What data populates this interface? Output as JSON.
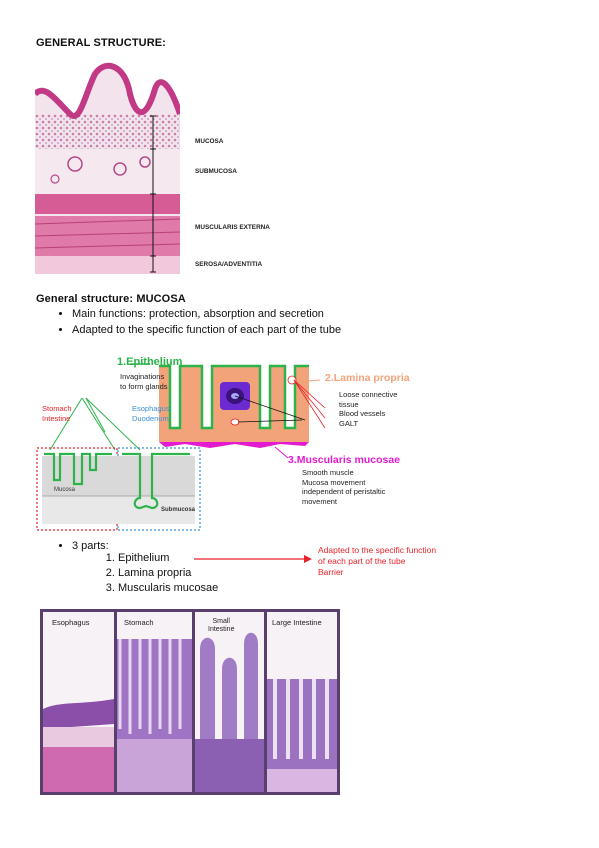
{
  "heading1": "GENERAL STRUCTURE:",
  "histo1_labels": [
    "MUCOSA",
    "SUBMUCOSA",
    "MUSCULARIS EXTERNA",
    "SEROSA/ADVENTITIA"
  ],
  "heading2": "General structure: MUCOSA",
  "bullets": [
    "Main functions: protection, absorption and secretion",
    "Adapted to the specific function of each part of the tube"
  ],
  "diagram": {
    "epithelium_title": "1.Epithelium",
    "epithelium_desc": [
      "Invaginations",
      "to form glands"
    ],
    "stomach_label": [
      "Stomach",
      "Intestine"
    ],
    "esophagus_label": [
      "Esophagus",
      "Duodenum"
    ],
    "mucosa_label": "Mucosa",
    "submucosa_label": "Submucosa",
    "lamina_title": "2.Lamina propria",
    "lamina_items": [
      "Loose connective",
      "tissue",
      "Blood vessels",
      "GALT"
    ],
    "muscularis_title": "3.Muscularis mucosae",
    "muscularis_desc": [
      "Smooth muscle",
      "Mucosa movement",
      "independent of peristaltic",
      "movement"
    ]
  },
  "three_parts": {
    "label": "3 parts:",
    "items": [
      "Epithelium",
      "Lamina propria",
      "Muscularis mucosae"
    ],
    "note": [
      "Adapted to the specific function",
      "of each part of the tube",
      "Barrier"
    ]
  },
  "histo2_labels": [
    "Esophagus",
    "Stomach",
    "Small",
    "Intestine",
    "Large Intestine"
  ],
  "colors": {
    "green": "#2db34a",
    "salmon": "#f2a37a",
    "magenta": "#e21bd0",
    "red": "#e8222a",
    "blue": "#3a8fd6",
    "purple_frame": "#5a3e6e"
  }
}
